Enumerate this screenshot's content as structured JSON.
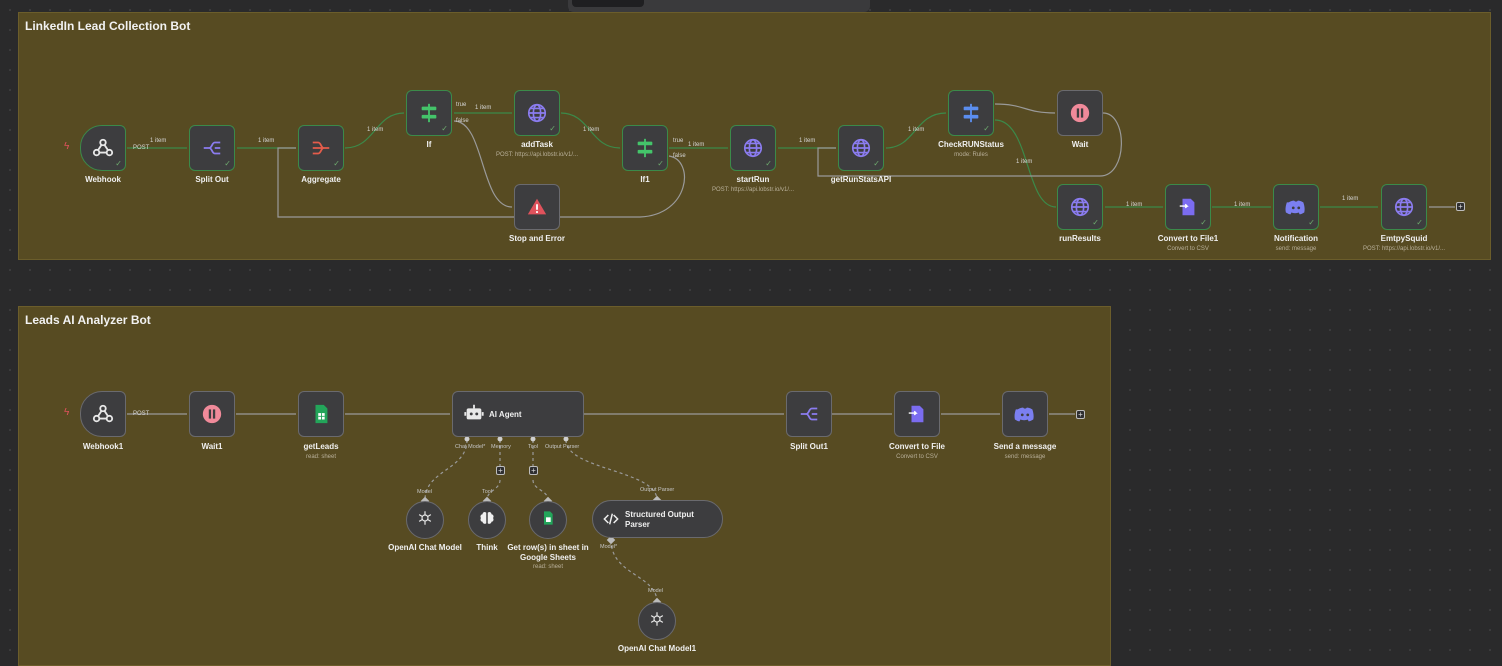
{
  "groups": {
    "linkedin": {
      "title": "LinkedIn Lead Collection Bot"
    },
    "analyzer": {
      "title": "Leads AI Analyzer Bot"
    }
  },
  "nodes": {
    "webhook": {
      "label": "Webhook",
      "icon": "webhook-icon"
    },
    "split_out": {
      "label": "Split Out",
      "icon": "split-icon"
    },
    "aggregate": {
      "label": "Aggregate",
      "icon": "aggregate-icon"
    },
    "if": {
      "label": "If",
      "icon": "if-icon"
    },
    "add_task": {
      "label": "addTask",
      "sub": "POST: https://api.lobstr.io/v1/...",
      "icon": "globe-icon"
    },
    "stop_error": {
      "label": "Stop and Error",
      "icon": "warning-icon"
    },
    "if1": {
      "label": "If1",
      "icon": "if-icon"
    },
    "start_run": {
      "label": "startRun",
      "sub": "POST: https://api.lobstr.io/v1/...",
      "icon": "globe-icon"
    },
    "get_run_stats": {
      "label": "getRunStatsAPI",
      "icon": "globe-icon"
    },
    "check_run_status": {
      "label": "CheckRUNStatus",
      "sub": "mode: Rules",
      "icon": "switch-icon"
    },
    "wait": {
      "label": "Wait",
      "icon": "pause-icon"
    },
    "run_results": {
      "label": "runResults",
      "icon": "globe-icon"
    },
    "convert_file1": {
      "label": "Convert to File1",
      "sub": "Convert to CSV",
      "icon": "file-icon"
    },
    "notification": {
      "label": "Notification",
      "sub": "send: message",
      "icon": "discord-icon"
    },
    "empty_squid": {
      "label": "EmtpySquid",
      "sub": "POST: https://api.lobstr.io/v1/...",
      "icon": "globe-icon"
    },
    "webhook1": {
      "label": "Webhook1",
      "icon": "webhook-icon"
    },
    "wait1": {
      "label": "Wait1",
      "icon": "pause-icon"
    },
    "get_leads": {
      "label": "getLeads",
      "sub": "read: sheet",
      "icon": "sheets-icon"
    },
    "ai_agent": {
      "label": "AI Agent",
      "icon": "robot-icon"
    },
    "split_out1": {
      "label": "Split Out1",
      "icon": "split-icon"
    },
    "convert_file": {
      "label": "Convert to File",
      "sub": "Convert to CSV",
      "icon": "file-icon"
    },
    "send_message": {
      "label": "Send a message",
      "sub": "send: message",
      "icon": "discord-icon"
    },
    "openai_chat": {
      "label": "OpenAI Chat Model",
      "icon": "openai-icon"
    },
    "think": {
      "label": "Think",
      "icon": "brain-icon"
    },
    "get_rows": {
      "label": "Get row(s) in sheet in Google Sheets",
      "sub": "read: sheet",
      "icon": "sheets-icon"
    },
    "structured_parser": {
      "label": "Structured Output Parser",
      "icon": "code-icon"
    },
    "openai_chat1": {
      "label": "OpenAI Chat Model1",
      "icon": "openai-icon"
    }
  },
  "edge_labels": {
    "item": "1 item",
    "post": "POST",
    "true": "true",
    "false": "false"
  },
  "ports": {
    "chat_model": "Chat Model*",
    "memory": "Memory",
    "tool": "Tool",
    "output_parser": "Output Parser",
    "model": "Model",
    "model_req": "Model*"
  },
  "colors": {
    "group_bg": "#574b22",
    "success_edge": "#3b8a4a",
    "error_red": "#e0525c"
  }
}
